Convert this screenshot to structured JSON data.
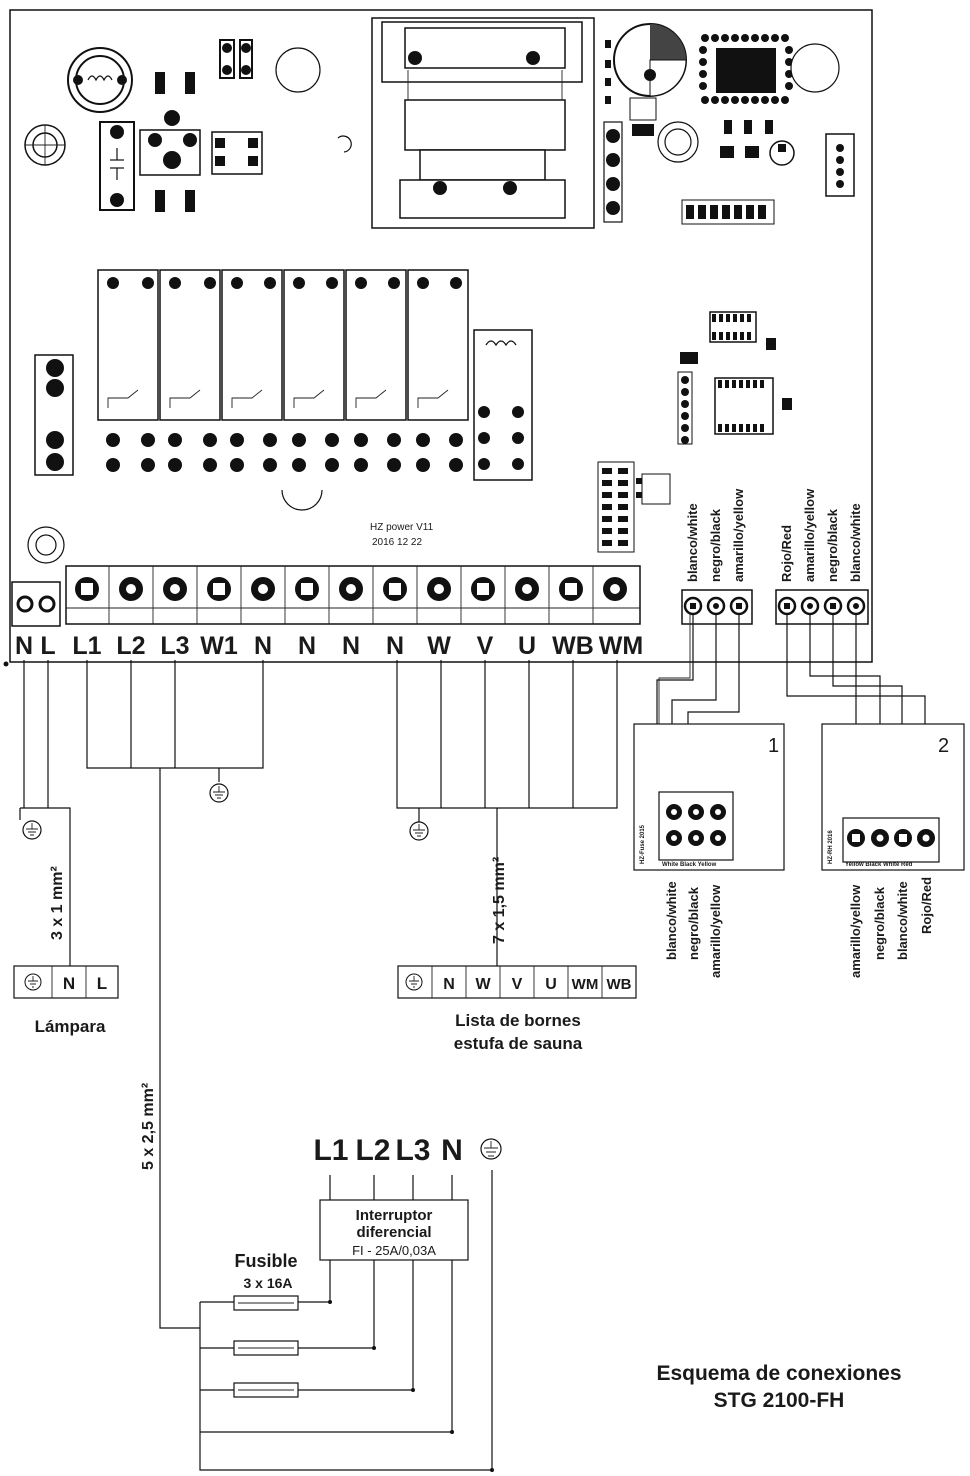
{
  "board": {
    "pcb_label": "HZ power   V11",
    "pcb_date": "2016 12 22",
    "terminals": [
      "N",
      "L",
      "L1",
      "L2",
      "L3",
      "W1",
      "N",
      "N",
      "N",
      "N",
      "W",
      "V",
      "U",
      "WB",
      "WM"
    ]
  },
  "connector1": {
    "wires": [
      "blanco/white",
      "negro/black",
      "amarillo/yellow"
    ]
  },
  "connector2": {
    "wires": [
      "Rojo/Red",
      "amarillo/yellow",
      "negro/black",
      "blanco/white"
    ]
  },
  "module1": {
    "number": "1",
    "side_label": "HZ-Fuse 2015",
    "bottom_label": "White Black Yellow",
    "wires": [
      "blanco/white",
      "negro/black",
      "amarillo/yellow"
    ]
  },
  "module2": {
    "number": "2",
    "side_label": "HZ-RH 2016",
    "bottom_label": "Yellow Black White Red",
    "wires": [
      "amarillo/yellow",
      "negro/black",
      "blanco/white",
      "Rojo/Red"
    ]
  },
  "lamp": {
    "cable": "3 x 1 mm²",
    "terminals": [
      "N",
      "L"
    ],
    "label": "Lámpara"
  },
  "heater": {
    "cable": "7 x 1,5 mm²",
    "terminals": [
      "N",
      "W",
      "V",
      "U",
      "WM",
      "WB"
    ],
    "label_line1": "Lista de bornes",
    "label_line2": "estufa de sauna"
  },
  "supply": {
    "cable": "5 x 2,5 mm²",
    "terminals": [
      "L1",
      "L2",
      "L3",
      "N"
    ],
    "rcd_line1": "Interruptor",
    "rcd_line2": "diferencial",
    "rcd_line3": "FI - 25A/0,03A",
    "fuse_label": "Fusible",
    "fuse_rating": "3 x 16A"
  },
  "caption": {
    "line1": "Esquema de conexiones",
    "line2": "STG 2100-FH"
  }
}
